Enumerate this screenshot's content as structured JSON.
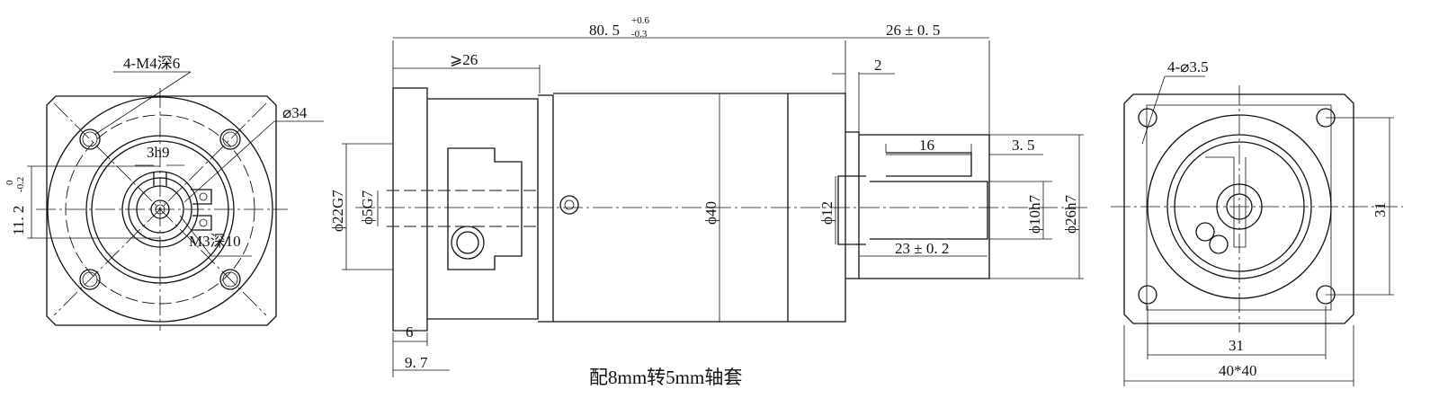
{
  "left_view": {
    "holes_label": "4-M4深6",
    "dia_label": "⌀34",
    "key_label": "3h9",
    "height_label": "11. 2",
    "height_tol_upper": "0",
    "height_tol_lower": "-0.2",
    "thread_label": "M3深10"
  },
  "side_view": {
    "total_length": "80. 5",
    "total_tol_upper": "+0.6",
    "total_tol_lower": "-0.3",
    "shaft_length": "26 ± 0. 5",
    "min_length": "⩾26",
    "step": "2",
    "key_length": "16",
    "key_offset": "3. 5",
    "dia_22": "ϕ22G7",
    "dia_5": "ϕ5G7",
    "dia_40": "ϕ40",
    "dia_12": "ϕ12",
    "dia_10": "ϕ10h7",
    "dia_26": "ϕ26h7",
    "shaft_key_length": "23 ± 0. 2",
    "flange_thk": "6",
    "flange_len": "9. 7"
  },
  "caption": "配8mm转5mm轴套",
  "right_view": {
    "holes_label": "4-⌀3.5",
    "pcd_v": "31",
    "pcd_h": "31",
    "size": "40*40"
  }
}
